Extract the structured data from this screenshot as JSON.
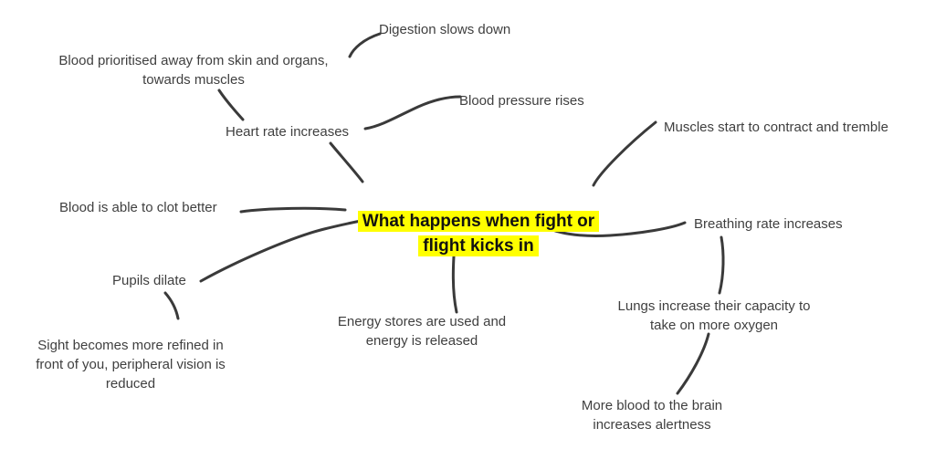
{
  "title": "What happens when fight or flight kicks in - mind map",
  "colors": {
    "background": "#ffffff",
    "highlight": "#ffff00",
    "text": "#3f3f3f",
    "line": "#3a3a3a"
  },
  "center": {
    "label": "What happens when fight or\nflight kicks in"
  },
  "nodes": {
    "digestion": {
      "label": "Digestion slows down"
    },
    "blood_prioritised": {
      "label": "Blood prioritised away from skin and organs,\ntowards muscles"
    },
    "heart_rate": {
      "label": "Heart rate increases"
    },
    "blood_pressure": {
      "label": "Blood pressure rises"
    },
    "muscles_tremble": {
      "label": "Muscles start to contract and tremble"
    },
    "clot": {
      "label": "Blood is able to clot better"
    },
    "breathing": {
      "label": "Breathing rate increases"
    },
    "pupils": {
      "label": "Pupils dilate"
    },
    "sight": {
      "label": "Sight becomes more refined in\nfront of you, peripheral vision is\nreduced"
    },
    "energy": {
      "label": "Energy stores are used and\nenergy is released"
    },
    "lungs": {
      "label": "Lungs increase their capacity to\ntake on more oxygen"
    },
    "more_blood": {
      "label": "More blood to the brain\nincreases alertness"
    }
  }
}
